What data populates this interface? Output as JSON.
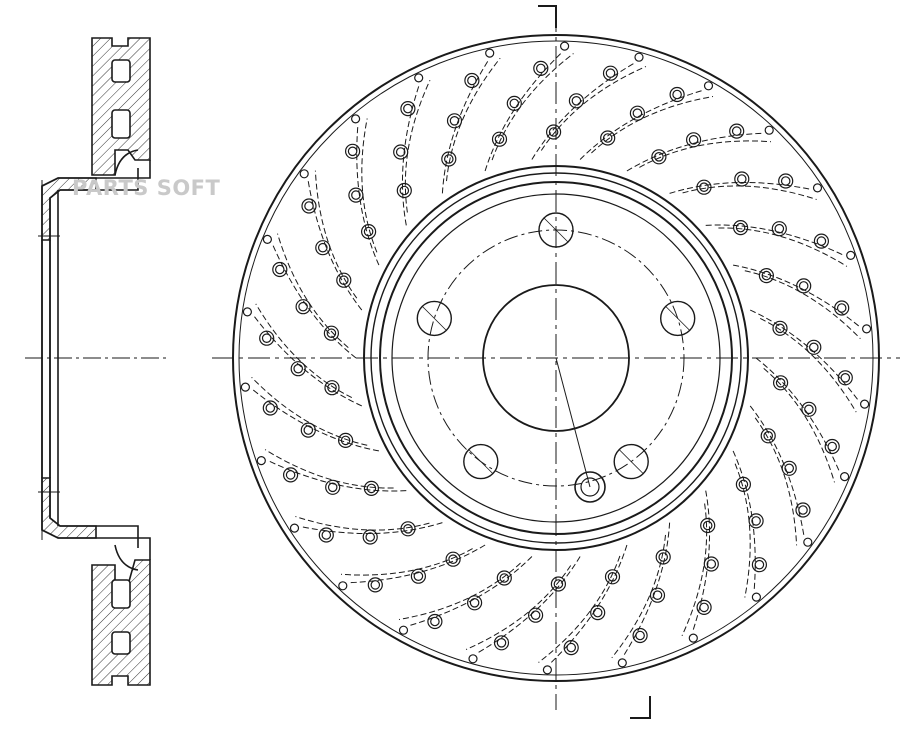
{
  "watermark": {
    "text": "PARTS SOFT"
  },
  "colors": {
    "line": "#1a1a1a",
    "hatch": "#333333",
    "background": "#ffffff"
  },
  "drawing": {
    "section_view": "cross-section",
    "front_view": "drilled-and-slotted-vented-disc",
    "bolt_holes": 5,
    "groove_count": 26
  }
}
